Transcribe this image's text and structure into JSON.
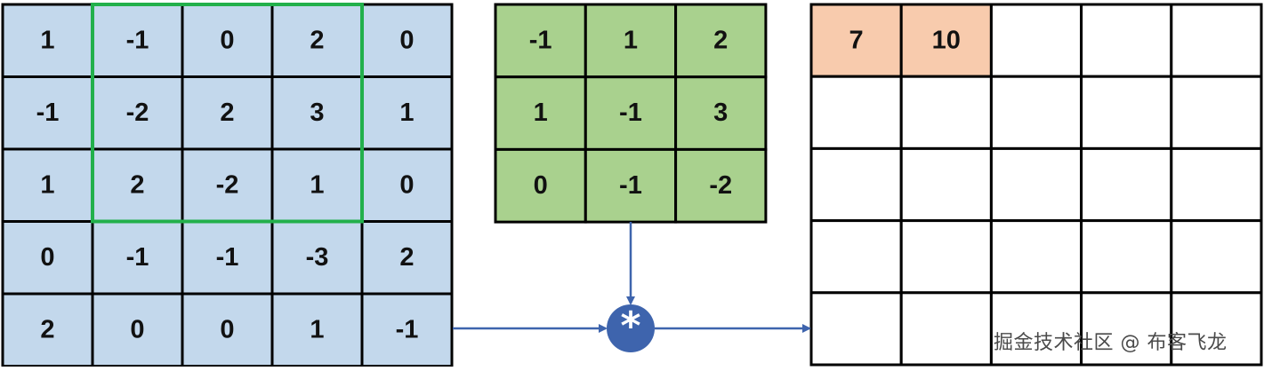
{
  "input_matrix": {
    "rows": [
      [
        "1",
        "-1",
        "0",
        "2",
        "0"
      ],
      [
        "-1",
        "-2",
        "2",
        "3",
        "1"
      ],
      [
        "1",
        "2",
        "-2",
        "1",
        "0"
      ],
      [
        "0",
        "-1",
        "-1",
        "-3",
        "2"
      ],
      [
        "2",
        "0",
        "0",
        "1",
        "-1"
      ]
    ],
    "fill_color": "#c3d8ec",
    "highlight_window": {
      "row_start": 0,
      "col_start": 1,
      "size": 3,
      "color": "#22b04b"
    }
  },
  "kernel_matrix": {
    "rows": [
      [
        "-1",
        "1",
        "2"
      ],
      [
        "1",
        "-1",
        "3"
      ],
      [
        "0",
        "-1",
        "-2"
      ]
    ],
    "fill_color": "#a9d18e"
  },
  "output_matrix": {
    "rows": [
      [
        "7",
        "10",
        "",
        "",
        ""
      ],
      [
        "",
        "",
        "",
        "",
        ""
      ],
      [
        "",
        "",
        "",
        "",
        ""
      ],
      [
        "",
        "",
        "",
        "",
        ""
      ],
      [
        "",
        "",
        "",
        "",
        ""
      ]
    ],
    "filled_color": "#f8cbad",
    "empty_color": "#ffffff"
  },
  "operator": {
    "symbol": "*",
    "color": "#3e64ad"
  },
  "arrow_color": "#3e64ad",
  "watermark": "掘金技术社区 @ 布客飞龙"
}
